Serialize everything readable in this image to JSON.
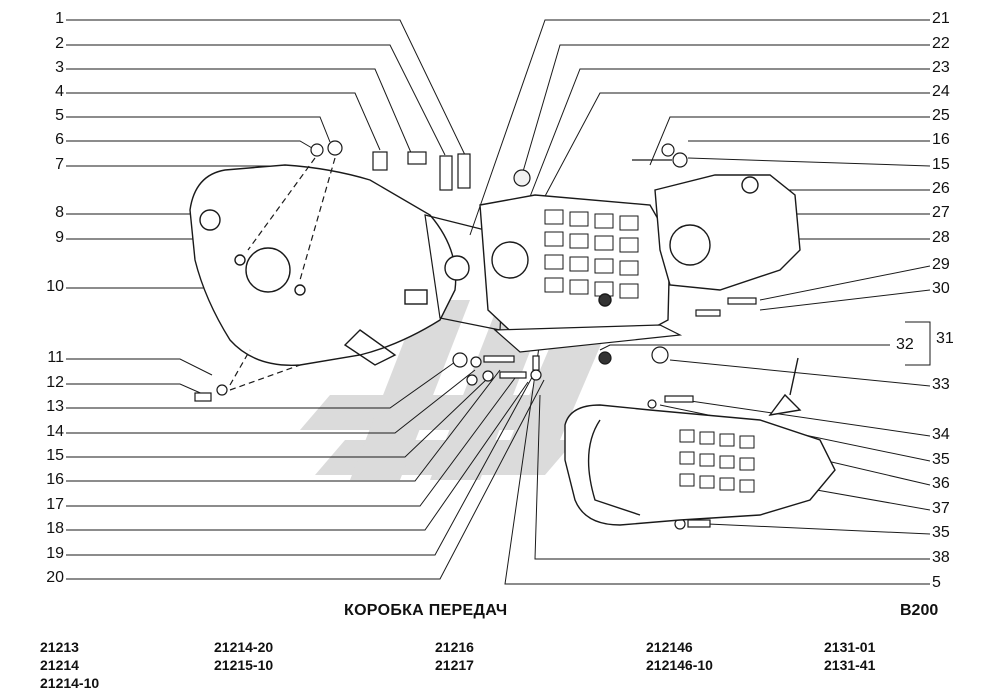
{
  "caption": {
    "title": "КОРОБКА ПЕРЕДАЧ",
    "code": "B200"
  },
  "labels_left": [
    "1",
    "2",
    "3",
    "4",
    "5",
    "6",
    "7",
    "8",
    "9",
    "10",
    "11",
    "12",
    "13",
    "14",
    "15",
    "16",
    "17",
    "18",
    "19",
    "20"
  ],
  "labels_right": [
    "21",
    "22",
    "23",
    "24",
    "25",
    "16",
    "15",
    "26",
    "27",
    "28",
    "29",
    "30",
    "31",
    "32",
    "33",
    "34",
    "35",
    "36",
    "37",
    "35",
    "38",
    "5"
  ],
  "models": {
    "col1": [
      "21213",
      "21214",
      "21214-10"
    ],
    "col2": [
      "21214-20",
      "21215-10"
    ],
    "col3": [
      "21216",
      "21217"
    ],
    "col4": [
      "212146",
      "212146-10"
    ],
    "col5": [
      "2131-01",
      "2131-41"
    ]
  },
  "colors": {
    "line": "#1a1a1a",
    "watermark": "#c9c9c9",
    "background": "#ffffff"
  }
}
